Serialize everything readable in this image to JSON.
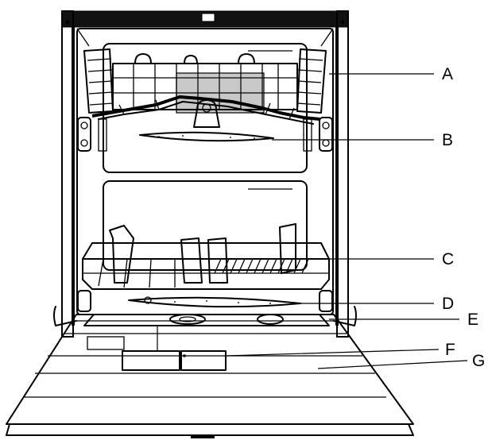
{
  "figure": {
    "subject": "dishwasher",
    "callouts": [
      {
        "id": "a",
        "label": "A",
        "part": "upper-basket"
      },
      {
        "id": "b",
        "label": "B",
        "part": "upper-spray-arm"
      },
      {
        "id": "c",
        "label": "C",
        "part": "lower-basket"
      },
      {
        "id": "d",
        "label": "D",
        "part": "lower-spray-arm"
      },
      {
        "id": "e",
        "label": "E",
        "part": "filter"
      },
      {
        "id": "f",
        "label": "F",
        "part": "detergent-dispenser"
      },
      {
        "id": "g",
        "label": "G",
        "part": "rinse-aid-dispenser"
      }
    ]
  }
}
